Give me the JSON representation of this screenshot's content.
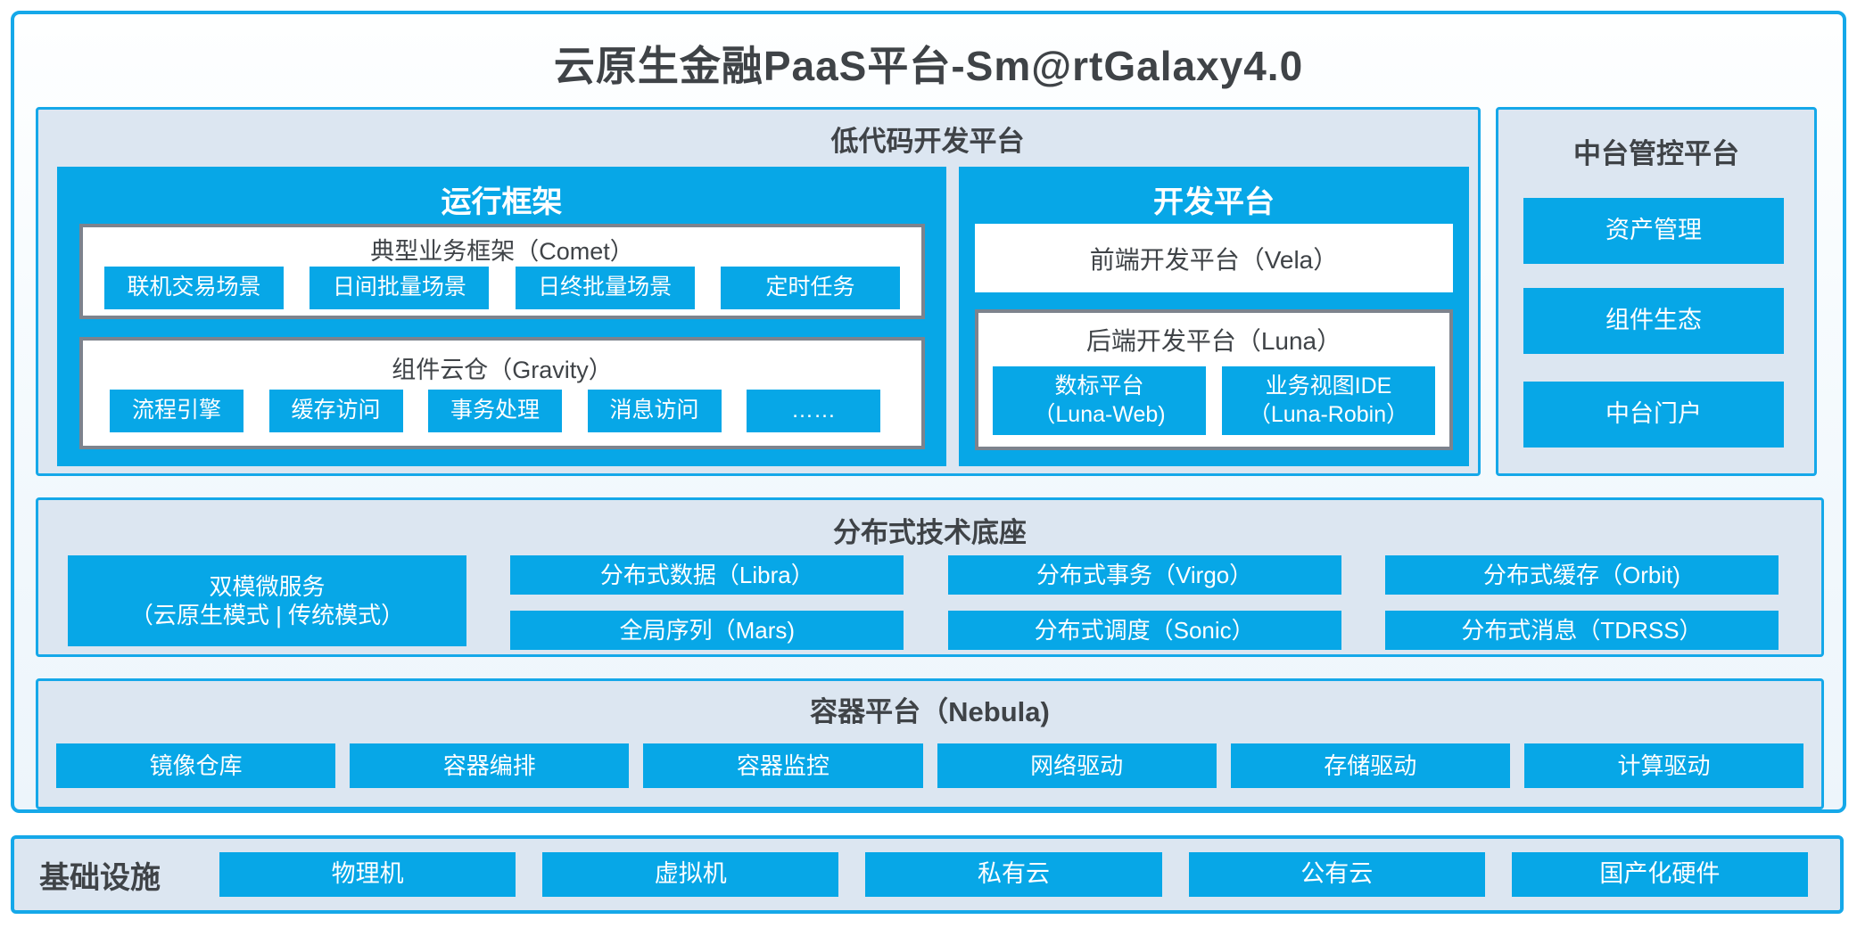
{
  "colors": {
    "accent": "#07a7e7",
    "accent_border": "#15a8e9",
    "panel_bg": "#dce6f1",
    "gray_border": "#7d838d",
    "text_dark": "#3f4347"
  },
  "page": {
    "title": "云原生金融PaaS平台-Sm@rtGalaxy4.0"
  },
  "lowcode": {
    "title": "低代码开发平台",
    "runtime": {
      "title": "运行框架",
      "comet": {
        "title": "典型业务框架（Comet）",
        "items": [
          "联机交易场景",
          "日间批量场景",
          "日终批量场景",
          "定时任务"
        ]
      },
      "gravity": {
        "title": "组件云仓（Gravity）",
        "items": [
          "流程引擎",
          "缓存访问",
          "事务处理",
          "消息访问",
          "……"
        ]
      }
    },
    "dev": {
      "title": "开发平台",
      "vela": {
        "title": "前端开发平台（Vela）"
      },
      "luna": {
        "title": "后端开发平台（Luna）",
        "items": [
          {
            "title": "数标平台",
            "subtitle": "（Luna-Web)"
          },
          {
            "title": "业务视图IDE",
            "subtitle": "（Luna-Robin）"
          }
        ]
      }
    }
  },
  "midplatform": {
    "title": "中台管控平台",
    "items": [
      "资产管理",
      "组件生态",
      "中台门户"
    ]
  },
  "distributed": {
    "title": "分布式技术底座",
    "dual": {
      "line1": "双模微服务",
      "line2": "（云原生模式 | 传统模式）"
    },
    "columns": [
      [
        "分布式数据（Libra）",
        "全局序列（Mars)"
      ],
      [
        "分布式事务（Virgo）",
        "分布式调度（Sonic）"
      ],
      [
        "分布式缓存（Orbit)",
        "分布式消息（TDRSS）"
      ]
    ]
  },
  "container_platform": {
    "title": "容器平台（Nebula)",
    "items": [
      "镜像仓库",
      "容器编排",
      "容器监控",
      "网络驱动",
      "存储驱动",
      "计算驱动"
    ]
  },
  "infrastructure": {
    "title": "基础设施",
    "items": [
      "物理机",
      "虚拟机",
      "私有云",
      "公有云",
      "国产化硬件"
    ]
  }
}
